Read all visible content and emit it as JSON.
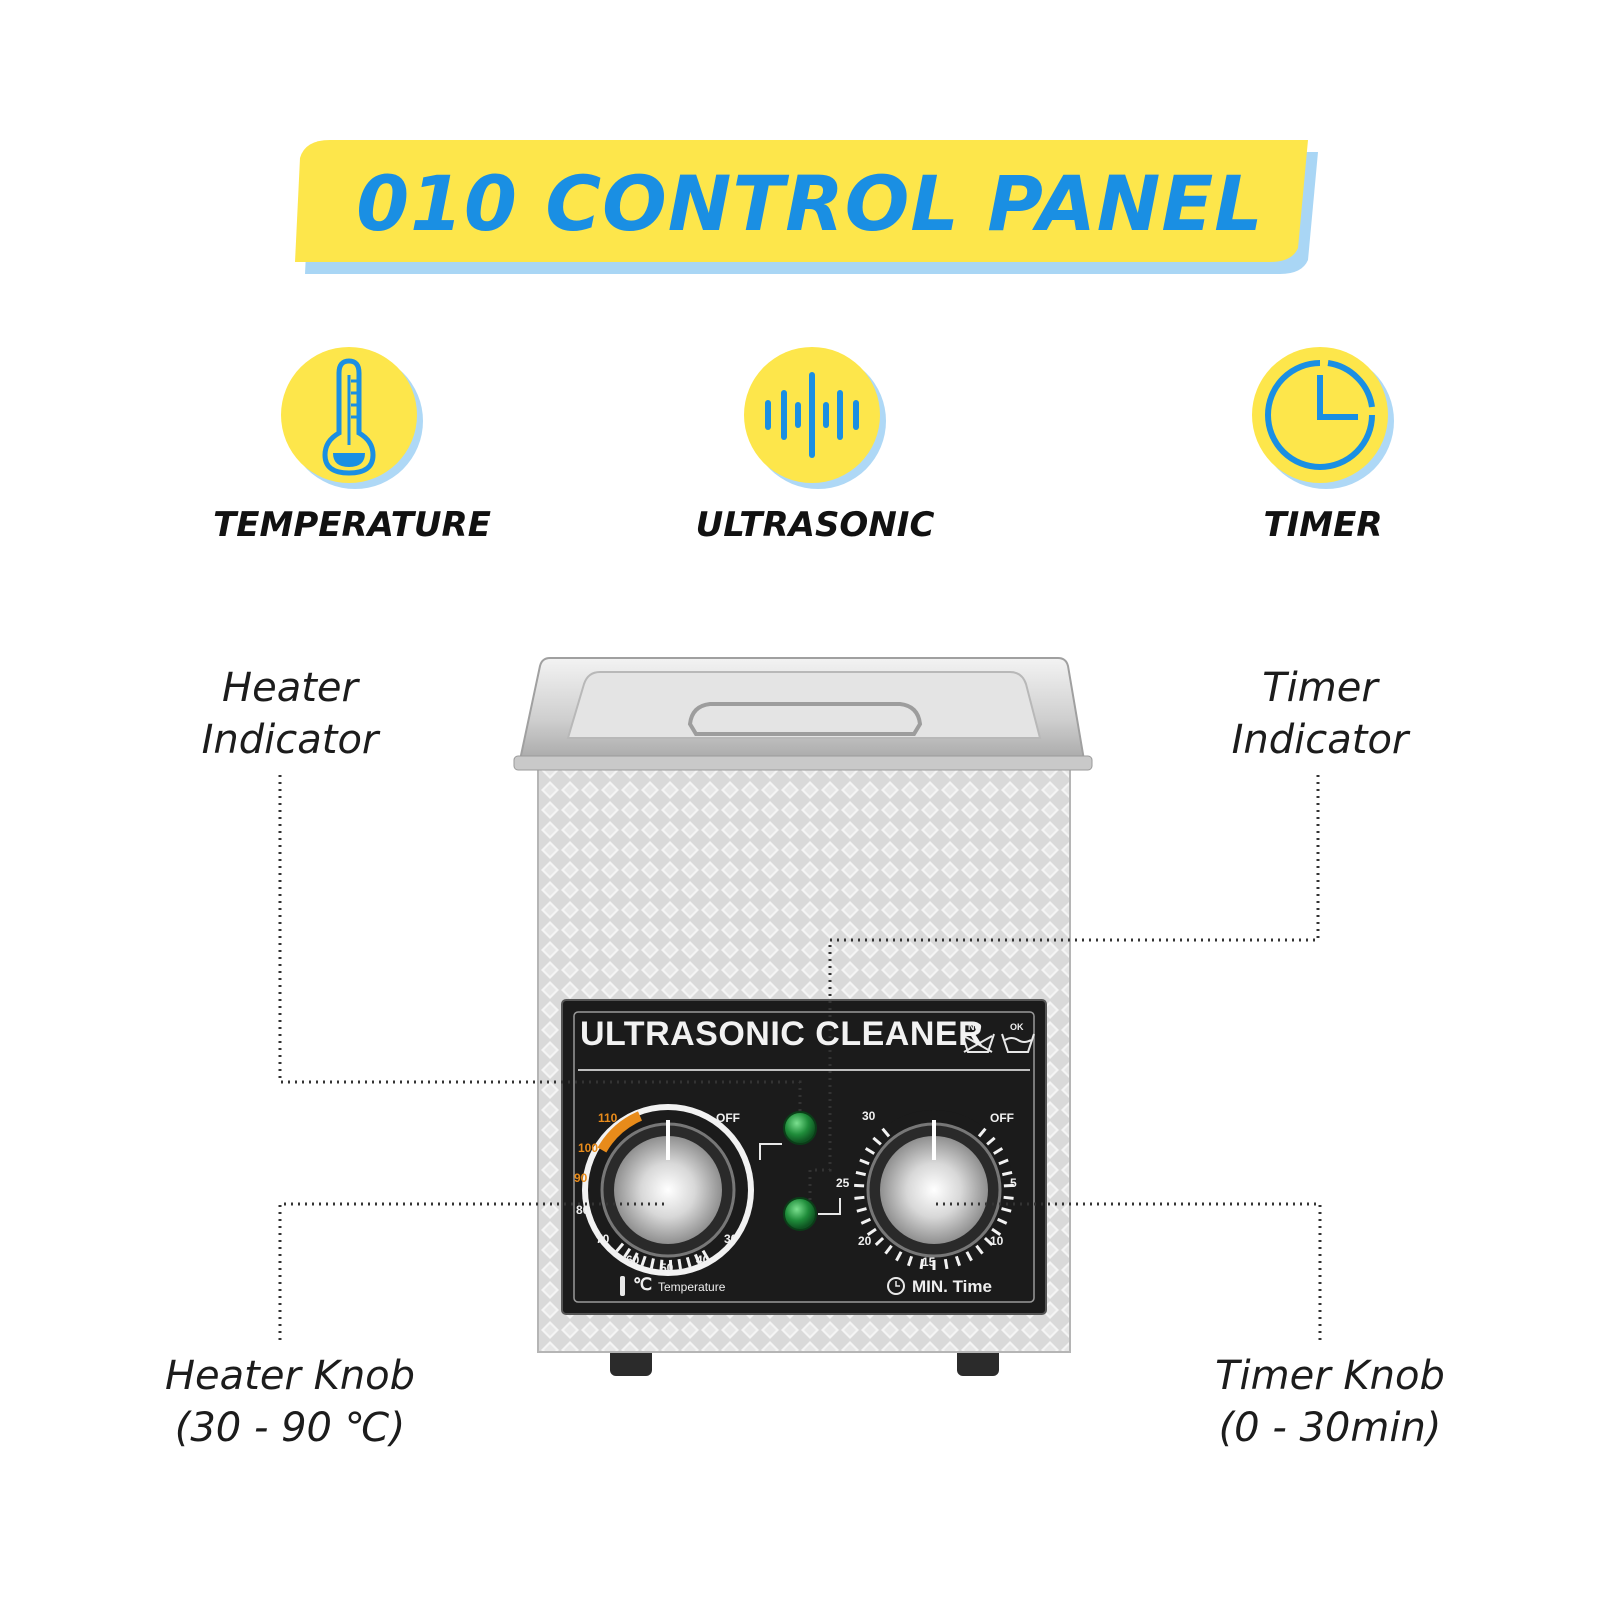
{
  "banner": {
    "title": "010 CONTROL PANEL",
    "colors": {
      "background": "#fde64b",
      "text": "#1a8fe3",
      "shadow": "#8cc8f2"
    }
  },
  "features": [
    {
      "label": "TEMPERATURE",
      "icon": "thermometer-icon"
    },
    {
      "label": "ULTRASONIC",
      "icon": "sound-wave-icon"
    },
    {
      "label": "TIMER",
      "icon": "timer-clock-icon"
    }
  ],
  "callouts": {
    "heater_indicator": [
      "Heater",
      "Indicator"
    ],
    "timer_indicator": [
      "Timer",
      "Indicator"
    ],
    "heater_knob": [
      "Heater Knob",
      "(30 - 90 ℃)"
    ],
    "timer_knob": [
      "Timer Knob",
      "(0 - 30min)"
    ]
  },
  "device": {
    "panel_title": "ULTRASONIC CLEANER",
    "wash_symbols": [
      "NO",
      "OK"
    ],
    "temperature_knob": {
      "scale": [
        "110",
        "100",
        "90",
        "80",
        "70",
        "60",
        "50",
        "40",
        "30",
        "OFF"
      ],
      "unit": "℃",
      "caption": "Temperature"
    },
    "timer_knob": {
      "scale": [
        "30",
        "OFF",
        "5",
        "10",
        "15",
        "20",
        "25"
      ],
      "caption": "MIN. Time"
    },
    "indicators": [
      "heater",
      "timer"
    ],
    "colors": {
      "panel": "#1b1b1b",
      "indicator": "#1f8c3a",
      "hot_scale": "#e88b1a"
    }
  }
}
